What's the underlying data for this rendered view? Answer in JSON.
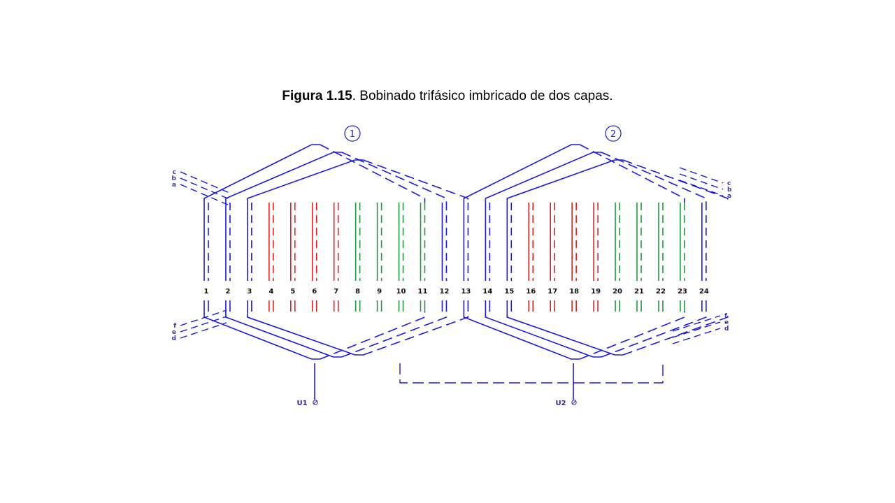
{
  "caption": {
    "figure_label": "Figura 1.15",
    "text": ". Bobinado trifásico imbricado de dos capas."
  },
  "diagram": {
    "coil_groups": [
      "1",
      "2"
    ],
    "slots": [
      "1",
      "2",
      "3",
      "4",
      "5",
      "6",
      "7",
      "8",
      "9",
      "10",
      "11",
      "12",
      "13",
      "14",
      "15",
      "16",
      "17",
      "18",
      "19",
      "20",
      "21",
      "22",
      "23",
      "24"
    ],
    "slot_phase": [
      "U",
      "U",
      "U",
      "V",
      "V",
      "V",
      "V",
      "W",
      "W",
      "W",
      "W",
      "U",
      "U",
      "U",
      "U",
      "V",
      "V",
      "V",
      "V",
      "W",
      "W",
      "W",
      "W",
      "U"
    ],
    "leads_top_left": [
      "c",
      "b",
      "a"
    ],
    "leads_top_right": [
      "c",
      "b",
      "a"
    ],
    "leads_bottom_left": [
      "f",
      "e",
      "d"
    ],
    "leads_bottom_right": [
      "f",
      "e",
      "d"
    ],
    "terminals": [
      "U1",
      "U2"
    ],
    "colors": {
      "phase_u": "#1a1adc",
      "phase_v": "#e02020",
      "phase_w": "#1e9a3a",
      "text": "#111111"
    }
  }
}
